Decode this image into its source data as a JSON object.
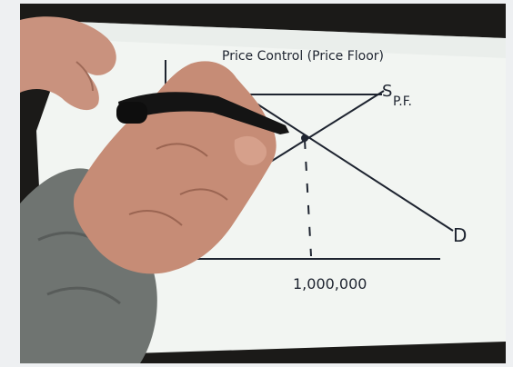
{
  "diagram": {
    "title": "Price Control (Price Floor)",
    "supply_label": "S",
    "price_floor_label": "P.F.",
    "demand_label": "D",
    "quantity_label": "1,000,000"
  },
  "colors": {
    "paper": "#f3f6f3",
    "ink": "#1e2430",
    "skin": "#c98f7a",
    "sleeve": "#6e7270",
    "background": "#1b1a18"
  }
}
